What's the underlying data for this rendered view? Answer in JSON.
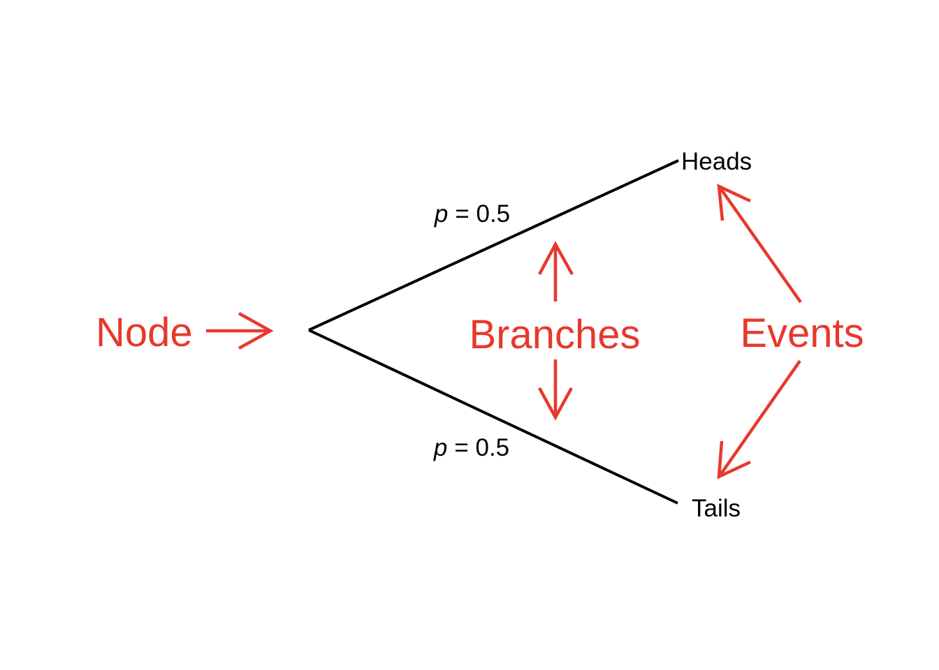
{
  "figure": {
    "background": "#ffffff",
    "ink_color": "#000000",
    "annotation_color": "#e6392c",
    "annotations": {
      "node_label": "Node",
      "branches_label": "Branches",
      "events_label": "Events"
    },
    "tree": {
      "branches": [
        {
          "outcome": "Heads",
          "prob_var": "p",
          "prob_value": "= 0.5"
        },
        {
          "outcome": "Tails",
          "prob_var": "p",
          "prob_value": "= 0.5"
        }
      ]
    }
  }
}
